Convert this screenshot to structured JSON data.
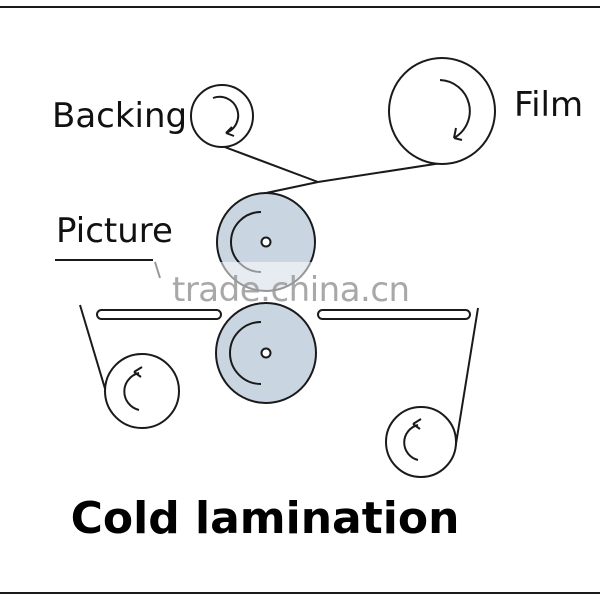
{
  "labels": {
    "backing": "Backing",
    "film": "Film",
    "picture": "Picture"
  },
  "title": "Cold lamination",
  "watermark": "trade.china.cn",
  "colors": {
    "stroke": "#1a1a1a",
    "roller_fill": "#c9d6e2",
    "background": "#ffffff",
    "watermark": "#9a9a9a"
  }
}
